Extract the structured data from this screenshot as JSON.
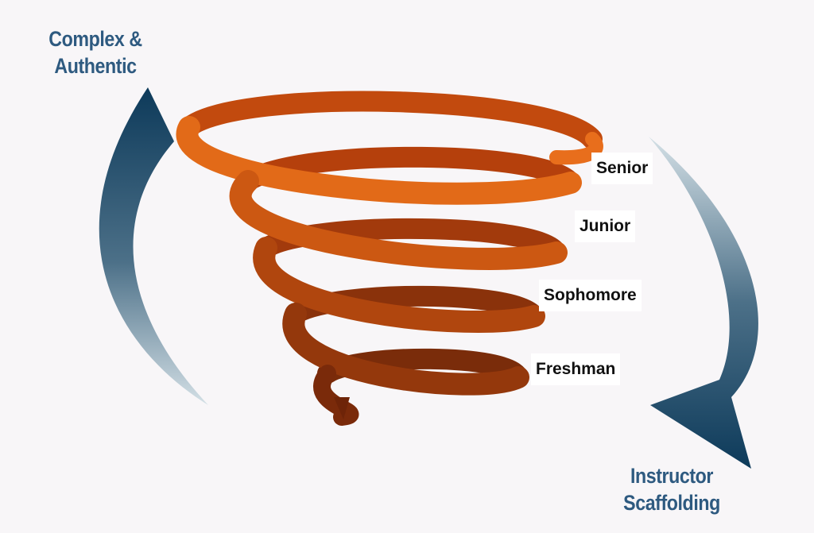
{
  "diagram": {
    "left_label_lines": [
      "Complex &",
      "Authentic"
    ],
    "right_label_lines": [
      "Instructor",
      "Scaffolding"
    ],
    "levels": [
      {
        "label": "Senior"
      },
      {
        "label": "Junior"
      },
      {
        "label": "Sophomore"
      },
      {
        "label": "Freshman"
      }
    ]
  },
  "colors": {
    "background": "#f8f6f8",
    "label_text": "#2e5a80",
    "arrow_dark": "#0d3a5a",
    "arrow_light": "#c8d6de",
    "spiral_top": "#e86e1c",
    "spiral_bottom": "#6e2408"
  }
}
